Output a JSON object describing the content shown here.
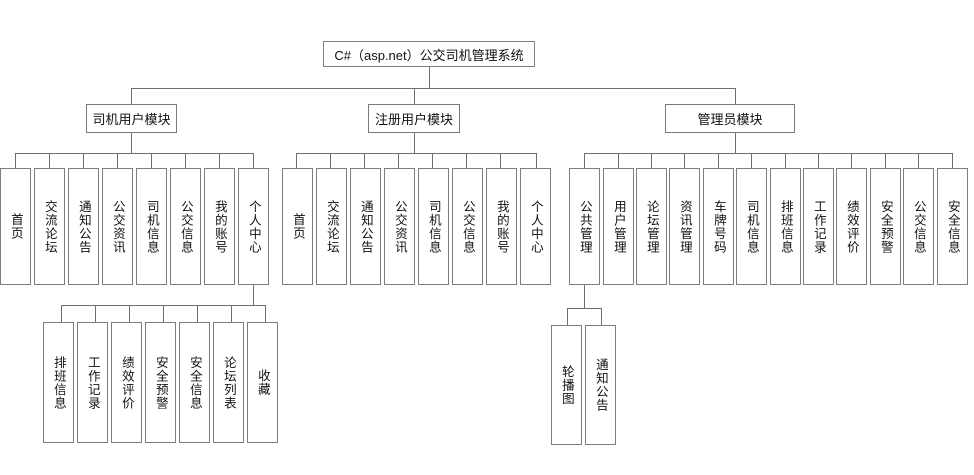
{
  "diagram": {
    "type": "tree",
    "title": "C#（asp.net）公交司机管理系统",
    "root": {
      "label": "C#（asp.net）公交司机管理系统"
    },
    "modules": [
      {
        "label": "司机用户模块"
      },
      {
        "label": "注册用户模块"
      },
      {
        "label": "管理员模块"
      }
    ],
    "driver_children": [
      {
        "label": "首页"
      },
      {
        "label": "交流论坛"
      },
      {
        "label": "通知公告"
      },
      {
        "label": "公交资讯"
      },
      {
        "label": "司机信息"
      },
      {
        "label": "公交信息"
      },
      {
        "label": "我的账号"
      },
      {
        "label": "个人中心"
      }
    ],
    "driver_personal_children": [
      {
        "label": "排班信息"
      },
      {
        "label": "工作记录"
      },
      {
        "label": "绩效评价"
      },
      {
        "label": "安全预警"
      },
      {
        "label": "安全信息"
      },
      {
        "label": "论坛列表"
      },
      {
        "label": "收藏"
      }
    ],
    "register_children": [
      {
        "label": "首页"
      },
      {
        "label": "交流论坛"
      },
      {
        "label": "通知公告"
      },
      {
        "label": "公交资讯"
      },
      {
        "label": "司机信息"
      },
      {
        "label": "公交信息"
      },
      {
        "label": "我的账号"
      },
      {
        "label": "个人中心"
      }
    ],
    "admin_children": [
      {
        "label": "公共管理"
      },
      {
        "label": "用户管理"
      },
      {
        "label": "论坛管理"
      },
      {
        "label": "资讯管理"
      },
      {
        "label": "车牌号码"
      },
      {
        "label": "司机信息"
      },
      {
        "label": "排班信息"
      },
      {
        "label": "工作记录"
      },
      {
        "label": "绩效评价"
      },
      {
        "label": "安全预警"
      },
      {
        "label": "公交信息"
      },
      {
        "label": "安全信息"
      }
    ],
    "admin_public_children": [
      {
        "label": "轮播图"
      },
      {
        "label": "通知公告"
      }
    ],
    "colors": {
      "line": "#6f6f6f",
      "border": "#7d7d7d",
      "background": "#ffffff",
      "text": "#111111"
    }
  }
}
